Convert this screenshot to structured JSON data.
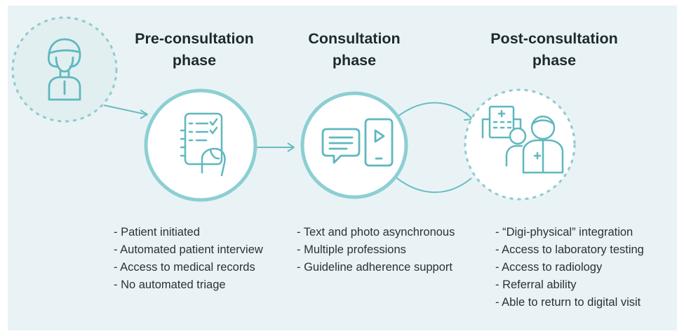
{
  "colors": {
    "panel": "#e9f3f5",
    "accent": "#5fb8be",
    "circle_fill": "#ffffff",
    "text": "#2b3134"
  },
  "phases": [
    {
      "title_line1": "Pre-consultation",
      "title_line2": "phase",
      "icon": "checklist-clipboard-hand-icon",
      "items": [
        "- Patient initiated",
        "- Automated patient interview",
        "- Access to medical records",
        "- No automated triage"
      ]
    },
    {
      "title_line1": "Consultation",
      "title_line2": "phase",
      "icon": "chat-bubble-and-video-phone-icon",
      "items": [
        "- Text and photo asynchronous",
        "- Multiple professions",
        "- Guideline adherence support"
      ]
    },
    {
      "title_line1": "Post-consultation",
      "title_line2": "phase",
      "icon": "hospital-and-clinicians-icon",
      "items": [
        "- “Digi-physical” integration",
        "- Access to laboratory testing",
        "- Access to radiology",
        "- Referral ability",
        "- Able to return to digital visit"
      ]
    }
  ],
  "patient_icon": "patient-icon"
}
